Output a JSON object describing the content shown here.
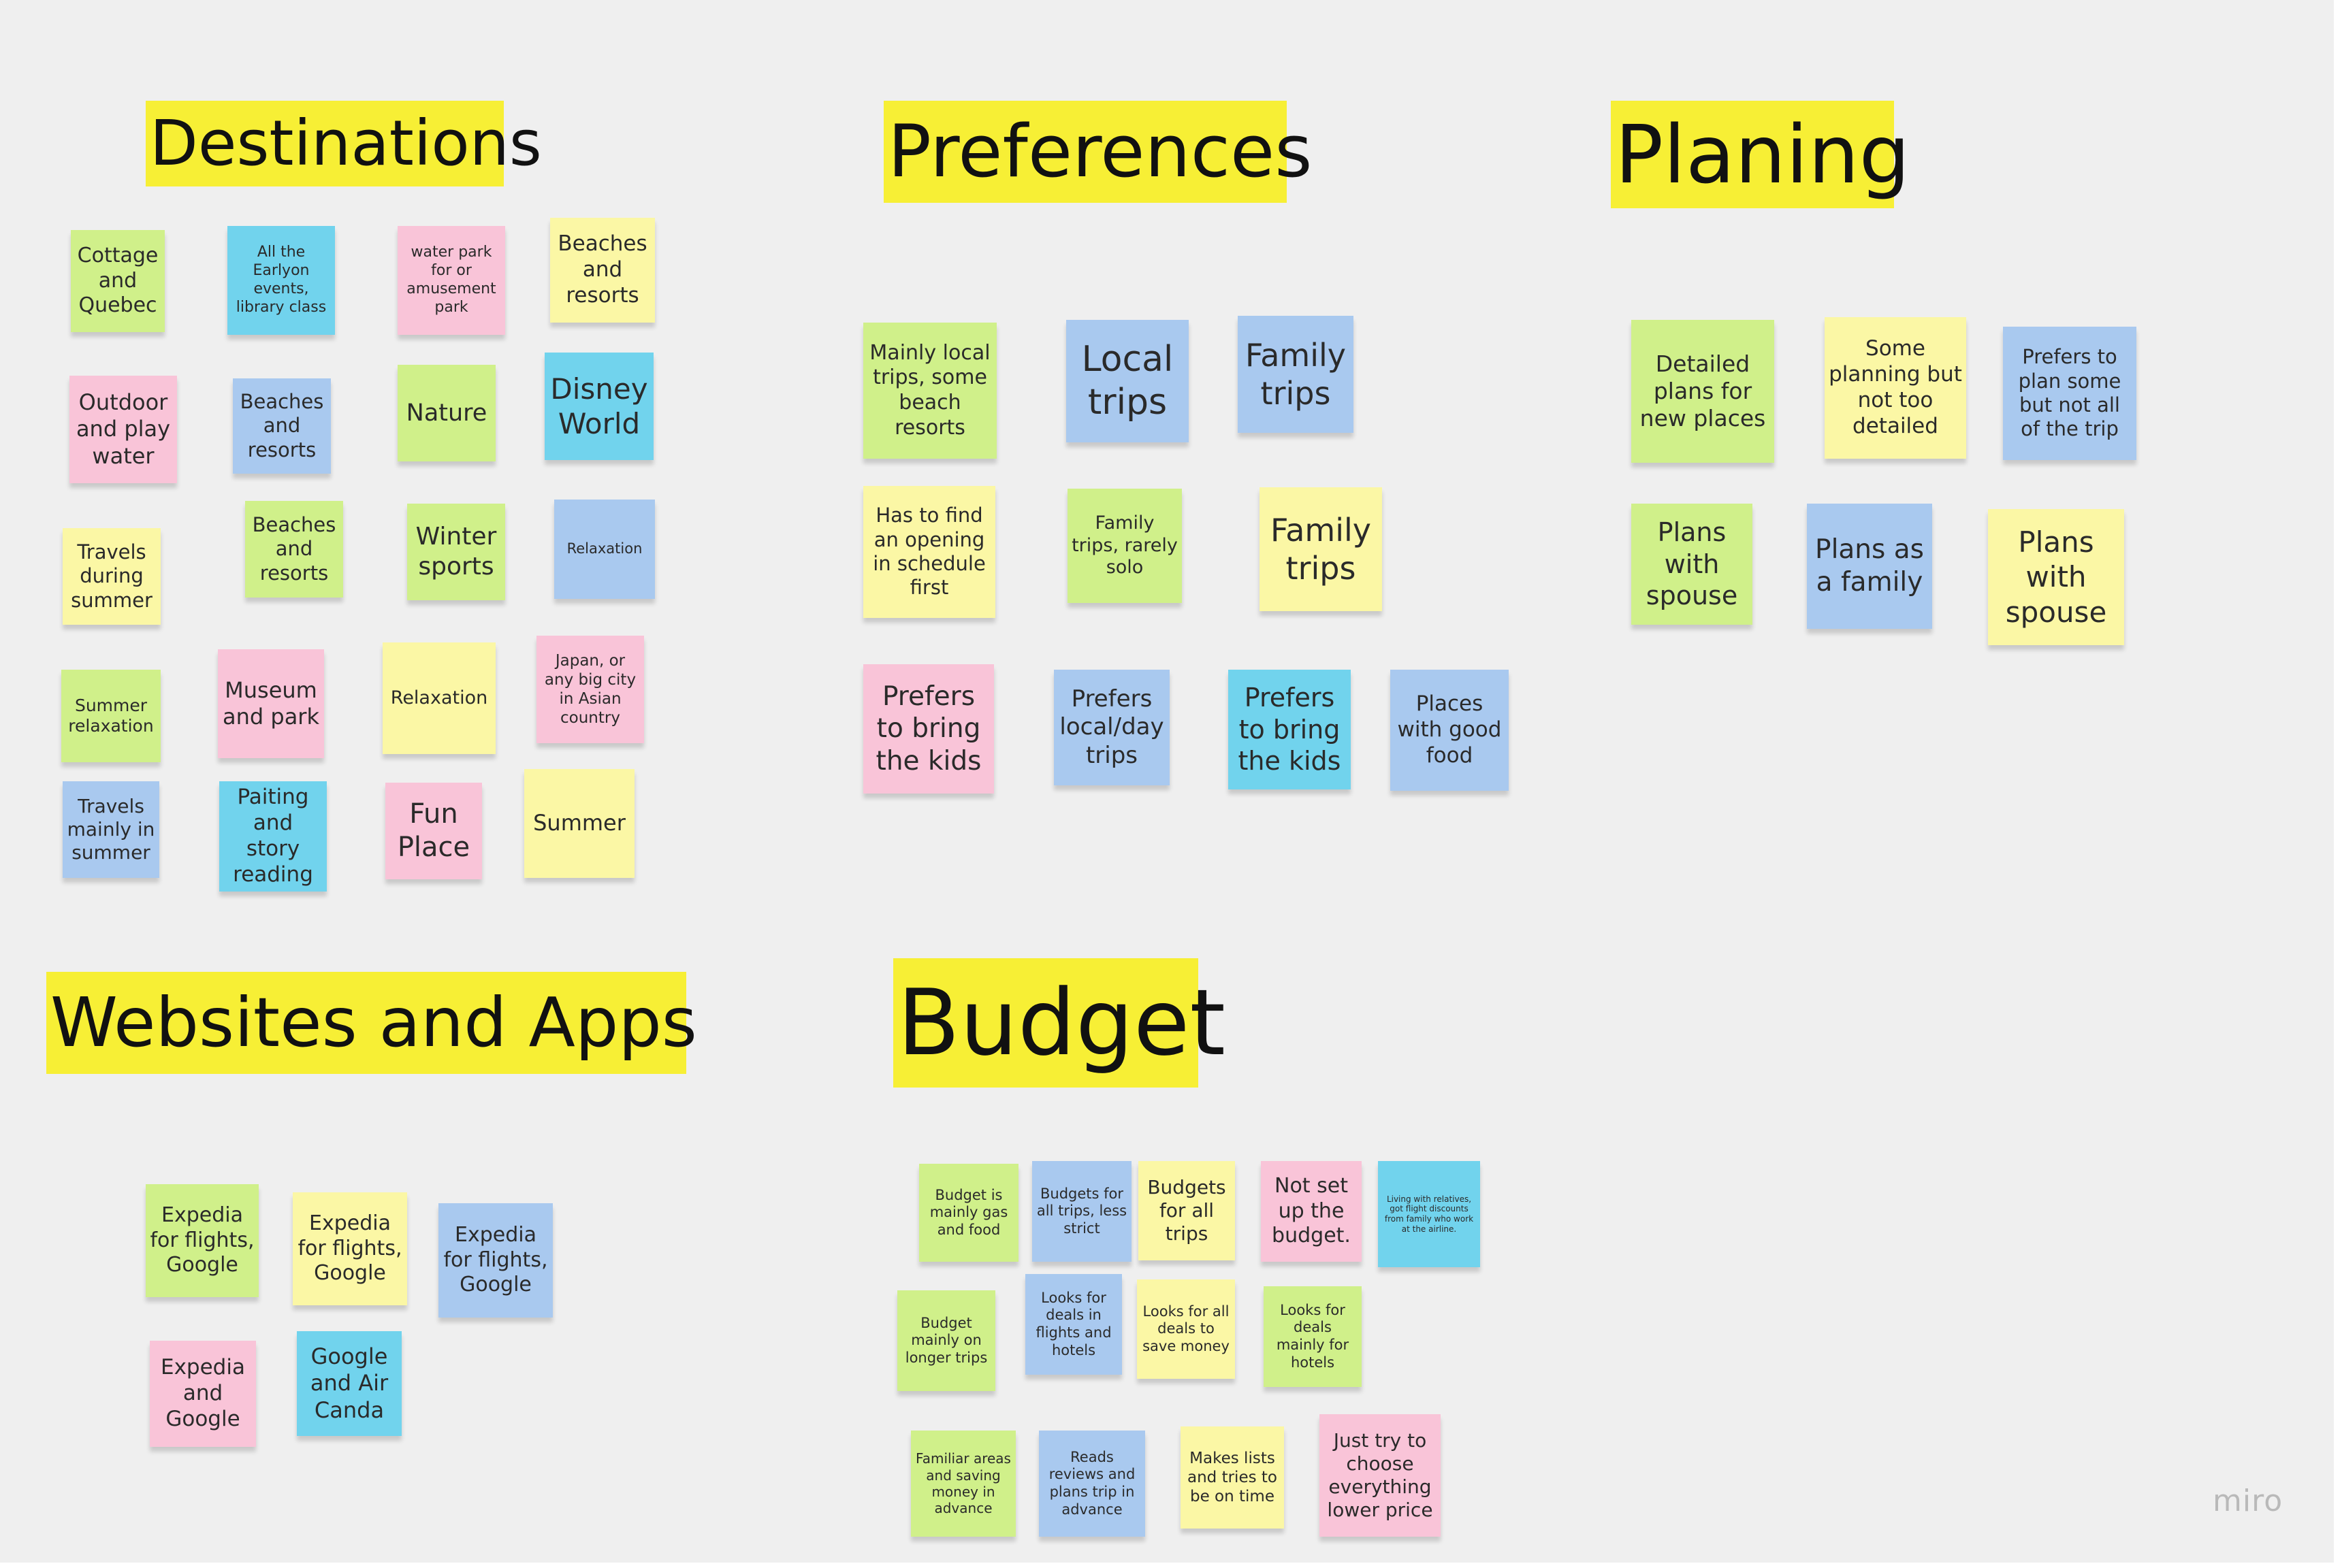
{
  "headings": {
    "destinations": "Destinations",
    "preferences": "Preferences",
    "planing": "Planing",
    "websites": "Websites and Apps",
    "budget": "Budget"
  },
  "notes": {
    "destinations": [
      "Cottage and Quebec",
      "All the Earlyon events, library class",
      "water park for or amusement park",
      "Beaches and resorts",
      "Outdoor and play water",
      "Beaches and resorts",
      "Nature",
      "Disney World",
      "Travels during summer",
      "Beaches and resorts",
      "Winter sports",
      "Relaxation",
      "Summer relaxation",
      "Museum and park",
      "Relaxation",
      "Japan, or any big city in Asian country",
      "Travels mainly in summer",
      "Paiting and story reading",
      "Fun Place",
      "Summer"
    ],
    "preferences": [
      "Mainly local trips, some beach resorts",
      "Local trips",
      "Family trips",
      "Has to find an opening in schedule first",
      "Family trips, rarely solo",
      "Family trips",
      "Prefers to bring the kids",
      "Prefers local/day trips",
      "Prefers to bring the kids",
      "Places with good food"
    ],
    "planing": [
      "Detailed plans for new places",
      "Some planning but not too detailed",
      "Prefers to plan some but not all of the trip",
      "Plans with spouse",
      "Plans as a family",
      "Plans with spouse"
    ],
    "websites": [
      "Expedia for flights, Google",
      "Expedia for flights, Google",
      "Expedia for flights, Google",
      "Expedia and Google",
      "Google and Air Canda"
    ],
    "budget": [
      "Budget is mainly gas and food",
      "Budgets for all trips, less strict",
      "Budgets for all trips",
      "Not set up the budget.",
      "Living with relatives, got flight discounts from family who work at the airline.",
      "Budget mainly on longer trips",
      "Looks for deals in flights and hotels",
      "Looks for all deals to save money",
      "Looks for deals mainly for hotels",
      "Familiar areas and saving money in advance",
      "Reads reviews and plans trip in advance",
      "Makes lists and tries to be on time",
      "Just try to choose everything lower price"
    ]
  },
  "logo": "miro",
  "colors": {
    "board": "#efefef",
    "heading": "#f7ef35",
    "yellow": "#fbf7a5",
    "green": "#d0f08a",
    "pink": "#f9c4d8",
    "blue": "#a9c9ef",
    "cyan": "#71d3ed"
  }
}
